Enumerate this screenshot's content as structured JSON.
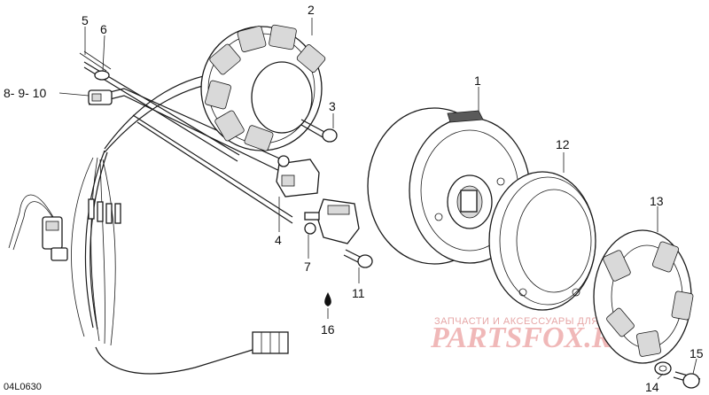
{
  "callouts": [
    {
      "id": "c1",
      "text": "1"
    },
    {
      "id": "c2",
      "text": "2"
    },
    {
      "id": "c3",
      "text": "3"
    },
    {
      "id": "c4",
      "text": "4"
    },
    {
      "id": "c5",
      "text": "5"
    },
    {
      "id": "c6",
      "text": "6"
    },
    {
      "id": "c7",
      "text": "7"
    },
    {
      "id": "c8910",
      "text": "8- 9- 10"
    },
    {
      "id": "c11",
      "text": "11"
    },
    {
      "id": "c12",
      "text": "12"
    },
    {
      "id": "c13",
      "text": "13"
    },
    {
      "id": "c14",
      "text": "14"
    },
    {
      "id": "c15",
      "text": "15"
    },
    {
      "id": "c16",
      "text": "16"
    }
  ],
  "drawing_code": "04L0630",
  "watermark": {
    "tagline": "ЗАПЧАСТИ И АКСЕССУАРЫ ДЛЯ МОТОТЕХНИКИ",
    "brand": "PARTSFOX.RU"
  }
}
